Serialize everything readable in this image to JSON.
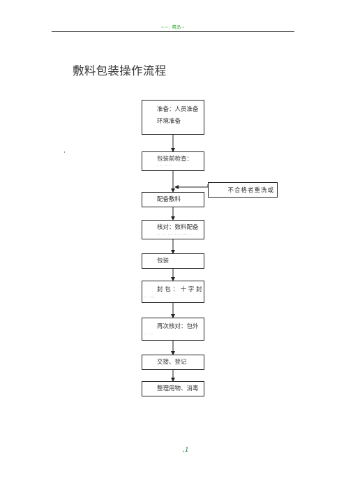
{
  "header": {
    "text": "~~; 精品~"
  },
  "title": "敷料包装操作流程",
  "stray_dot": "·",
  "flow": {
    "step1": {
      "line1": "准备：人员准备",
      "line2": "环境准备"
    },
    "step2": {
      "line1": "包装前检查：",
      "line2": "· · ·· ··"
    },
    "step3": {
      "line1": "配备敷料"
    },
    "side_note": "不合格者重洗或",
    "step4": {
      "line1": "核对：数料配备",
      "line2": "·· ·· ··· ··· ··· ·"
    },
    "step5": {
      "line1": "包装"
    },
    "step6": {
      "line1": "封 包 ： 十 字 封",
      "line2": "·· ··."
    },
    "step7": {
      "line1": "再次核对：包外",
      "line2": "·· ··"
    },
    "step8": {
      "line1": "交接、登记"
    },
    "step9": {
      "line1": "整理用物、消毒"
    }
  },
  "footer": {
    "mark": ",1"
  },
  "colors": {
    "header": "#2fa82f",
    "rule": "#111111",
    "lines": "#222222"
  }
}
